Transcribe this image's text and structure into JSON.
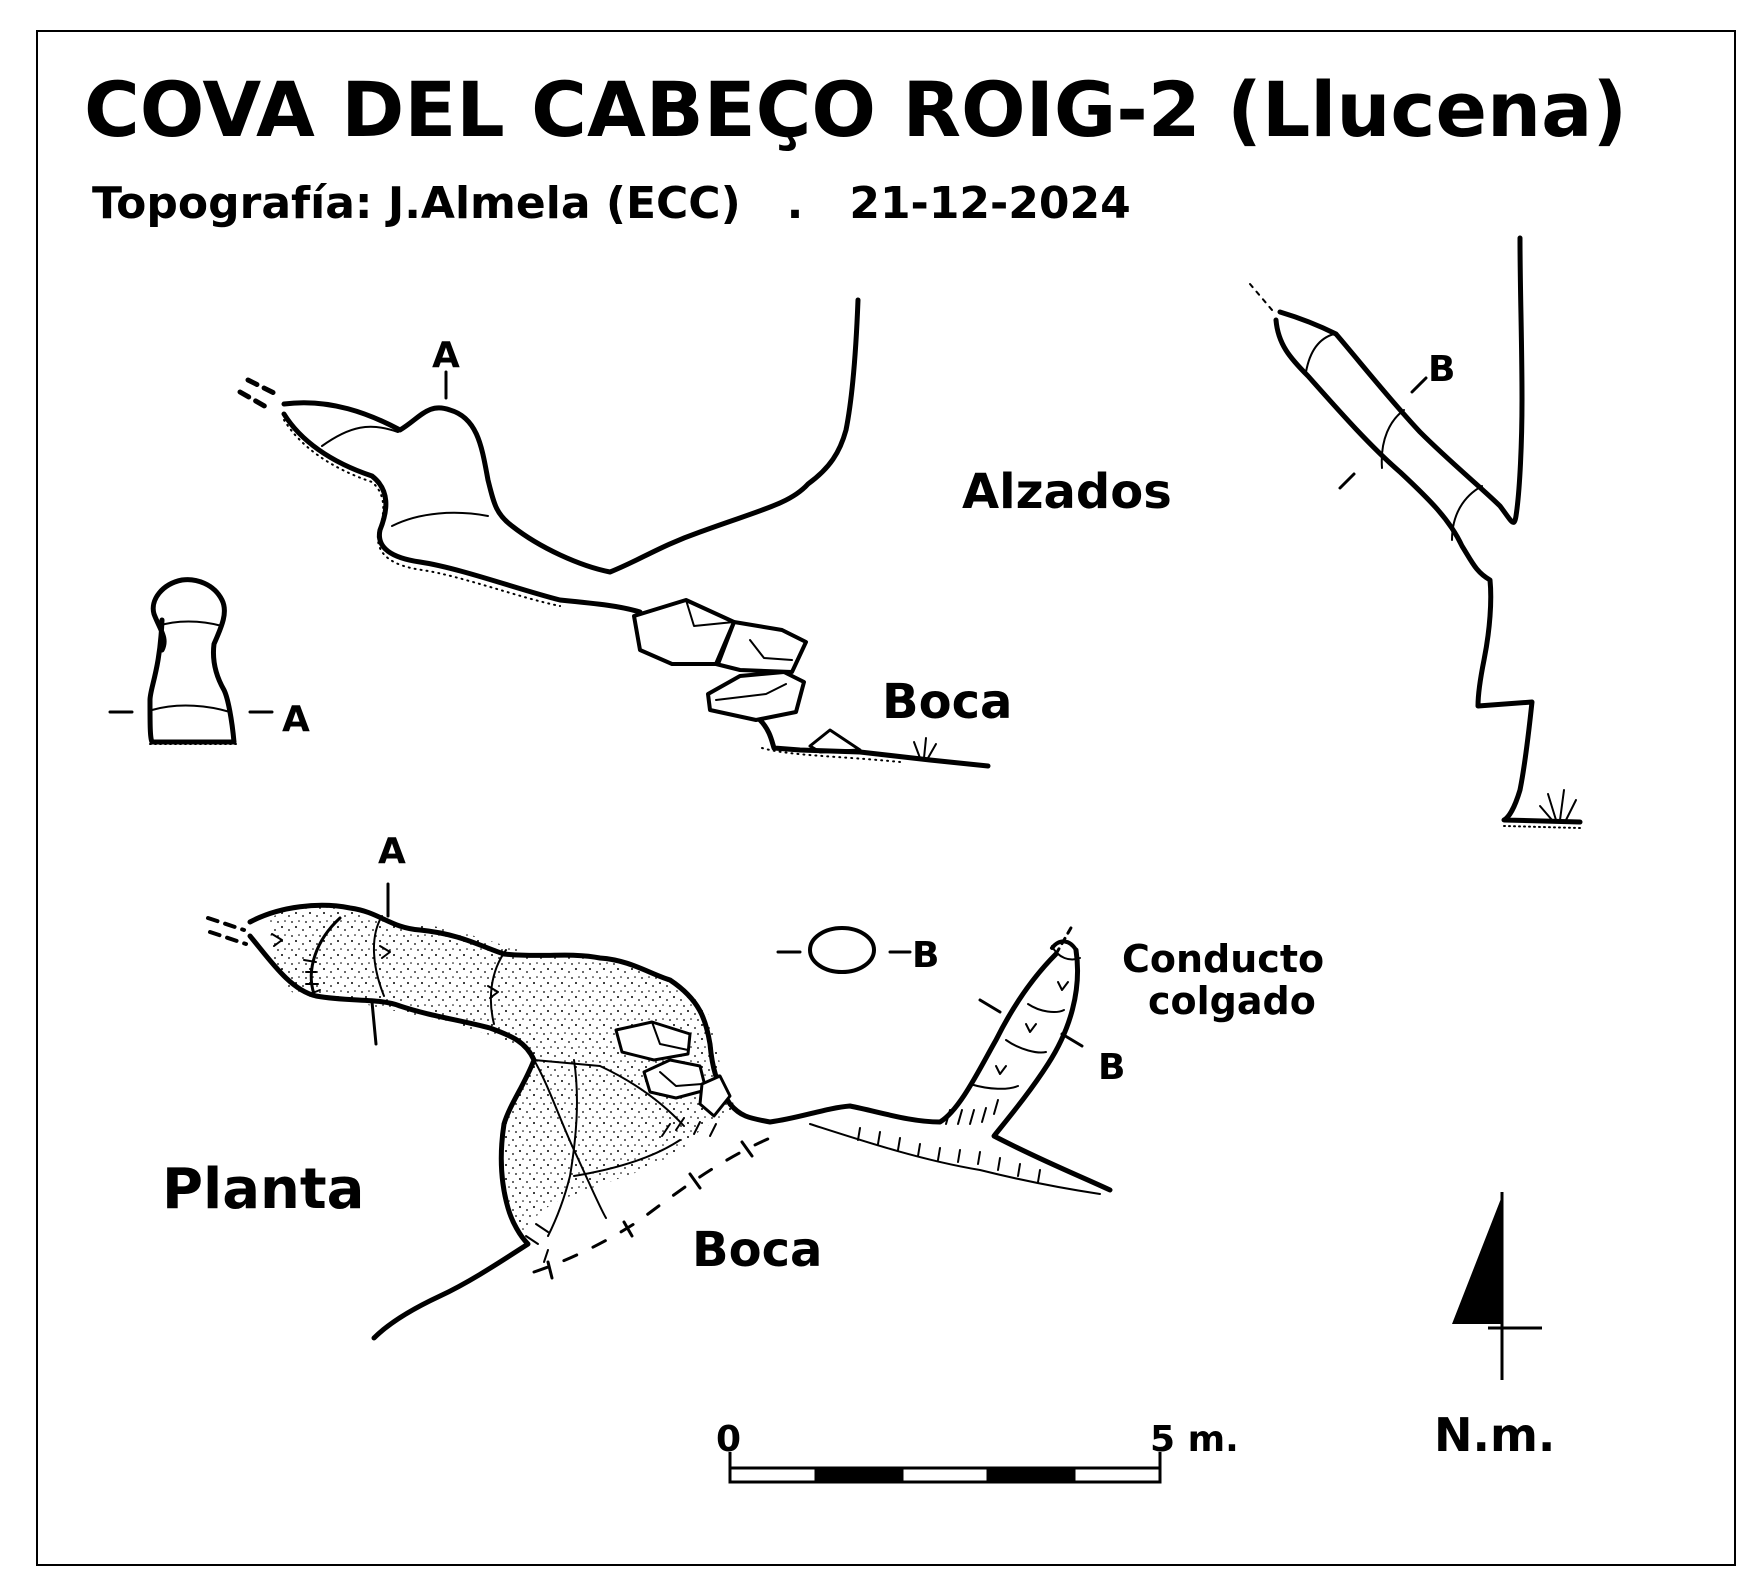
{
  "title": "COVA DEL CABEÇO ROIG-2 (Llucena)",
  "subtitle": "Topografía: J.Almela (ECC)   .   21-12-2024",
  "section_labels": {
    "alzados": "Alzados",
    "planta": "Planta",
    "boca_alzado": "Boca",
    "boca_planta": "Boca",
    "conducto_line1": "Conducto",
    "conducto_line2": "colgado"
  },
  "cross_section_marks": {
    "a": "A",
    "b": "B"
  },
  "north": {
    "label": "N.m.",
    "icon": "north-arrow-icon"
  },
  "scale": {
    "start": "0",
    "end": "5 m.",
    "segments": 5
  },
  "colors": {
    "ink": "#000000",
    "paper": "#ffffff"
  }
}
